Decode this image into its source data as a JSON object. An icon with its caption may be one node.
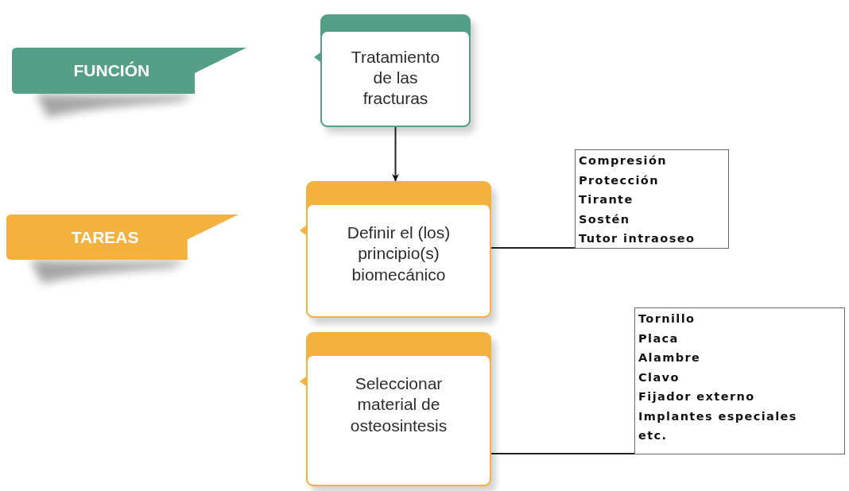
{
  "diagram": {
    "nodes": [
      {
        "text": [
          "FUNCIÓN"
        ]
      },
      {
        "text": [
          "Tratamiento de las fracturas"
        ]
      },
      {
        "text": [
          "TAREAS"
        ]
      },
      {
        "text": [
          "Definir el (los) principio(s) biomecánico"
        ]
      },
      {
        "text": [
          "Compresión",
          "Protección",
          "Tirante",
          "Sostén",
          "Tutor intraoseo"
        ]
      },
      {
        "text": [
          "Seleccionar material de osteosintesis"
        ]
      },
      {
        "text": [
          "Tornillo",
          "Placa",
          "Alambre",
          "Clavo",
          "Fijador externo",
          "Implantes especiales",
          "etc."
        ]
      }
    ],
    "edges": [
      {
        "from": 1,
        "to": 3,
        "arrow": "to"
      },
      {
        "from": 3,
        "to": 4,
        "arrow": "none"
      },
      {
        "from": 5,
        "to": 6,
        "arrow": "none"
      }
    ]
  }
}
